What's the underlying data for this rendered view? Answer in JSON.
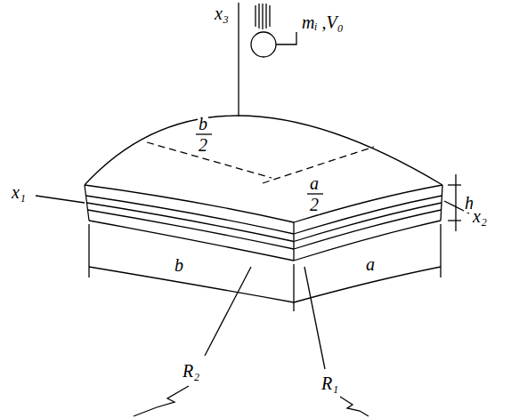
{
  "diagram": {
    "labels": [
      "x₃",
      "mᵢ ,V₀",
      "b",
      "2",
      "a",
      "2",
      "h",
      "x₁",
      "x₂",
      "b",
      "a",
      "R₂",
      "R₁"
    ]
  }
}
